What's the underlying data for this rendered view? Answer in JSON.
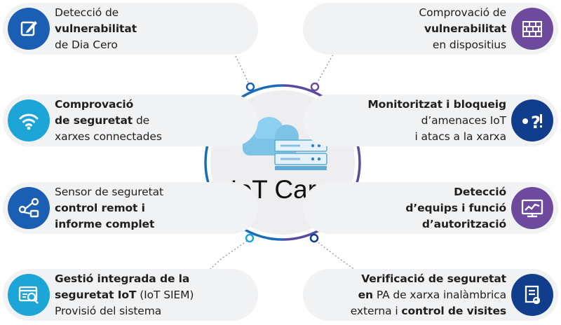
{
  "center": {
    "title": "IoT Care"
  },
  "colors": {
    "blue": "#1a5fb4",
    "cyan": "#1ea5d8",
    "purple": "#6e4a9e",
    "navy": "#103e8c",
    "card_bg": "#f1f2f4"
  },
  "items": [
    {
      "icon": "edit-icon",
      "lines": [
        "Detecció de",
        "vulnerabilitat",
        "de Dia Cero"
      ]
    },
    {
      "icon": "wifi-icon",
      "lines": [
        "Comprovació",
        "de seguretat",
        "de",
        "xarxes connectades"
      ]
    },
    {
      "icon": "remote-sensor-icon",
      "lines": [
        "Sensor de seguretat",
        "control remot i",
        "informe complet"
      ]
    },
    {
      "icon": "siem-monitor-icon",
      "lines": [
        "Gestió integrada de la",
        "seguretat IoT",
        "(IoT SIEM)",
        "Provisió del sistema"
      ]
    },
    {
      "icon": "brick-wall-icon",
      "lines": [
        "Comprovació de",
        "vulnerabilitat",
        "en dispositius"
      ]
    },
    {
      "icon": "question-alert-icon",
      "lines": [
        "Monitoritzat i bloqueig",
        "d’amenaces IoT",
        "i atacs a la xarxa"
      ]
    },
    {
      "icon": "chart-monitor-icon",
      "lines": [
        "Detecció",
        "d’equips i funció",
        "d’autorització"
      ]
    },
    {
      "icon": "document-check-icon",
      "lines": [
        "Verificació de seguretat",
        "en",
        "PA de xarxa inalàmbrica",
        "externa i",
        "control de visites"
      ]
    }
  ]
}
